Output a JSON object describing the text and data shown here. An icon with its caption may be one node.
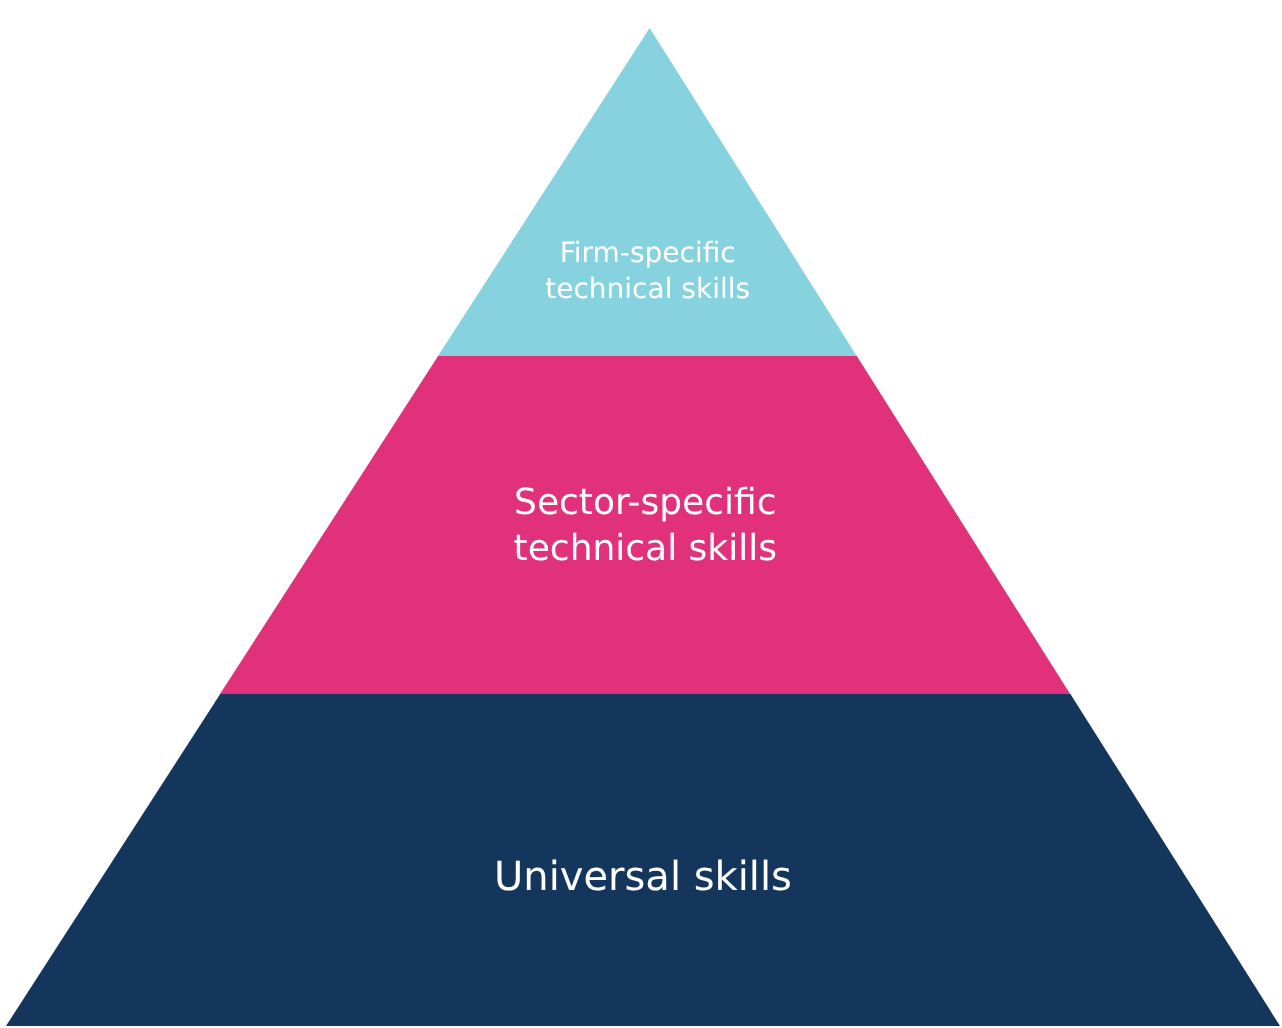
{
  "diagram": {
    "nodes": [
      {
        "text": [
          "Firm-specific technical skills"
        ]
      },
      {
        "text": [
          "Sector-specific technical skills"
        ]
      },
      {
        "text": [
          "Universal skills"
        ]
      }
    ]
  }
}
